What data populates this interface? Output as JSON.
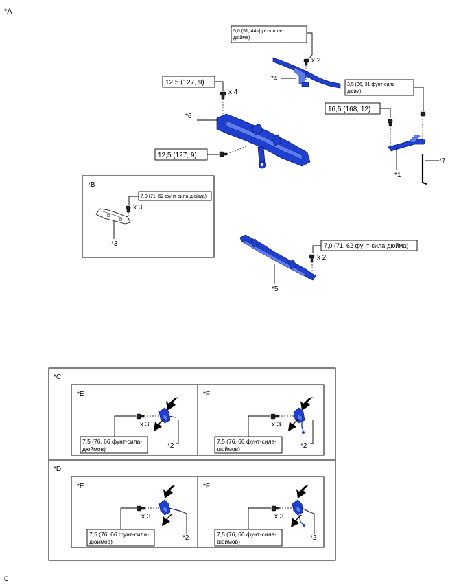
{
  "labels": {
    "A": "*A",
    "B": "*B",
    "C": "*C",
    "D": "*D",
    "part1": "*1",
    "part2_ce": "*2",
    "part2_cf": "*2",
    "part2_de": "*2",
    "part2_df": "*2",
    "part3": "*3",
    "part4": "*4",
    "part5": "*5",
    "part6": "*6",
    "part7": "*7",
    "E_c": "*E",
    "F_c": "*F",
    "E_d": "*E",
    "F_d": "*F",
    "footer": "C"
  },
  "torque": {
    "t_5_0_l1": "5,0 (51, 44 фунт-сила-",
    "t_5_0_l2": "дюйма)",
    "t_12_5_top": "12,5 (127, 9)",
    "t_12_5_side": "12,5 (127, 9)",
    "t_3_5_l1": "3,5 (36, 31 фунт-сила-",
    "t_3_5_l2": "дюйм)",
    "t_16_5": "16,5 (168, 12)",
    "t_7_0_b": "7,0 (71, 62 фунт-сила-дюйма)",
    "t_7_0_5": "7,0 (71, 62 фунт-сила-дюйма)",
    "t_7_5_l1": "7,5 (76, 66 фунт-сила-",
    "t_7_5_l2": "дюймов)"
  },
  "qty": {
    "x2_top": "x 2",
    "x4": "x 4",
    "x3_b": "x 3",
    "x2_5": "x 2",
    "x3_ce": "x 3",
    "x3_cf": "x 3",
    "x3_de": "x 3",
    "x3_df": "x 3"
  }
}
